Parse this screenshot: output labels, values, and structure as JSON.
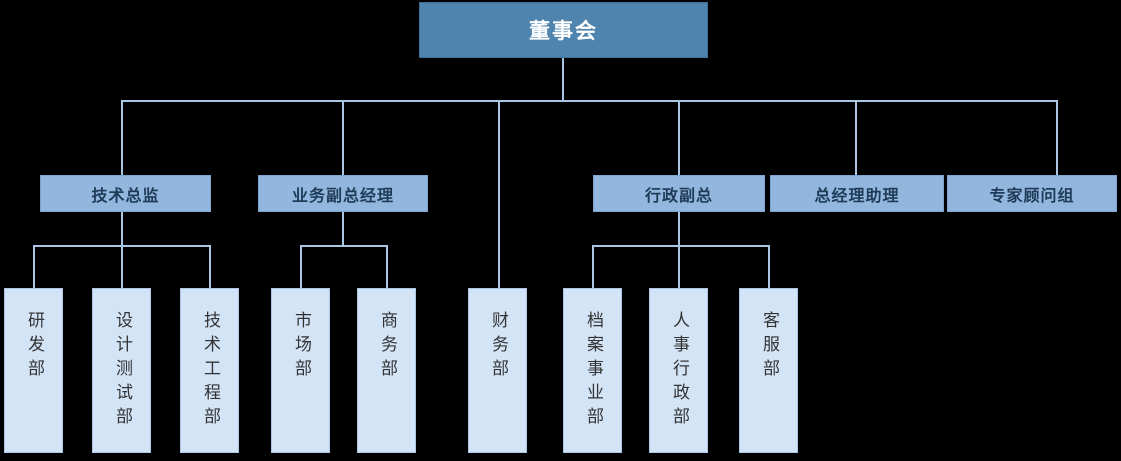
{
  "chart_title": "",
  "org_chart": {
    "type": "org-tree",
    "colors": {
      "level1_fill": "#4e84ad",
      "level1_text": "#ffffff",
      "level2_fill": "#92b6dd",
      "level2_text": "#1f3b57",
      "level3_fill": "#d4e4f7",
      "level3_text": "#333333",
      "connector": "#a9c6e4",
      "background": "#000000"
    },
    "level1": {
      "label": "董事会"
    },
    "level2": [
      {
        "label": "技术总监"
      },
      {
        "label": "业务副总经理"
      },
      {
        "label": "行政副总"
      },
      {
        "label": "总经理助理"
      },
      {
        "label": "专家顾问组"
      }
    ],
    "level3": [
      {
        "label": "研发部",
        "parent": "技术总监"
      },
      {
        "label": "设计测试部",
        "parent": "技术总监"
      },
      {
        "label": "技术工程部",
        "parent": "技术总监"
      },
      {
        "label": "市场部",
        "parent": "业务副总经理"
      },
      {
        "label": "商务部",
        "parent": "业务副总经理"
      },
      {
        "label": "财务部",
        "parent": "董事会"
      },
      {
        "label": "档案事业部",
        "parent": "行政副总"
      },
      {
        "label": "人事行政部",
        "parent": "行政副总"
      },
      {
        "label": "客服部",
        "parent": "行政副总"
      }
    ]
  }
}
